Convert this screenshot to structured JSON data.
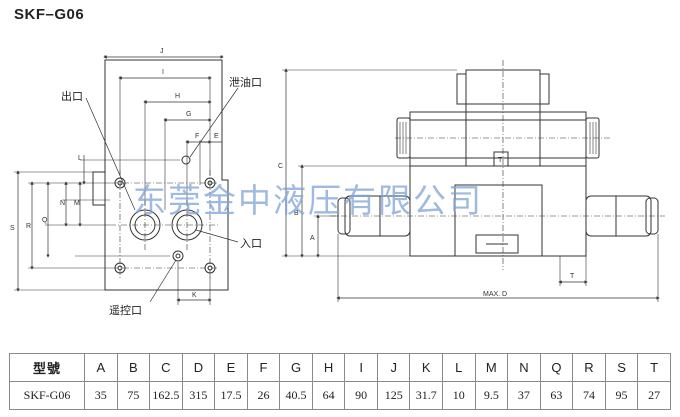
{
  "title": "SKF–G06",
  "labels": {
    "outlet": "出口",
    "drain": "泄油口",
    "inlet": "入口",
    "remote": "遥控口",
    "t_box": "T",
    "max_d": "MAX. D"
  },
  "dims": {
    "J": "J",
    "I": "I",
    "H": "H",
    "G": "G",
    "F": "F",
    "E": "E",
    "L": "L",
    "N": "N",
    "M": "M",
    "Q": "Q",
    "R": "R",
    "S": "S",
    "K": "K",
    "C": "C",
    "B": "B",
    "A": "A",
    "T": "T"
  },
  "watermark": "东莞金中液压有限公司",
  "table": {
    "header_label": "型號",
    "columns": [
      "A",
      "B",
      "C",
      "D",
      "E",
      "F",
      "G",
      "H",
      "I",
      "J",
      "K",
      "L",
      "M",
      "N",
      "Q",
      "R",
      "S",
      "T"
    ],
    "rows": [
      {
        "model": "SKF-G06",
        "values": [
          "35",
          "75",
          "162.5",
          "315",
          "17.5",
          "26",
          "40.5",
          "64",
          "90",
          "125",
          "31.7",
          "10",
          "9.5",
          "37",
          "63",
          "74",
          "95",
          "27"
        ]
      }
    ]
  }
}
